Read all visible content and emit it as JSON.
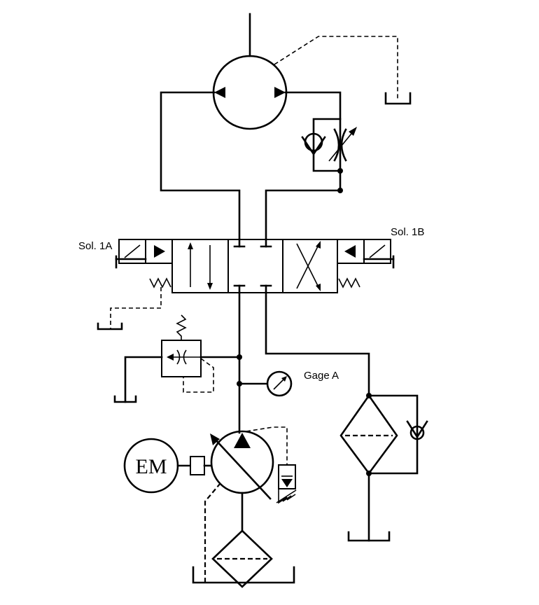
{
  "labels": {
    "sol_1a": "Sol. 1A",
    "sol_1b": "Sol. 1B",
    "gage_a": "Gage A",
    "motor": "EM"
  },
  "colors": {
    "line": "#000000",
    "background": "#ffffff"
  }
}
